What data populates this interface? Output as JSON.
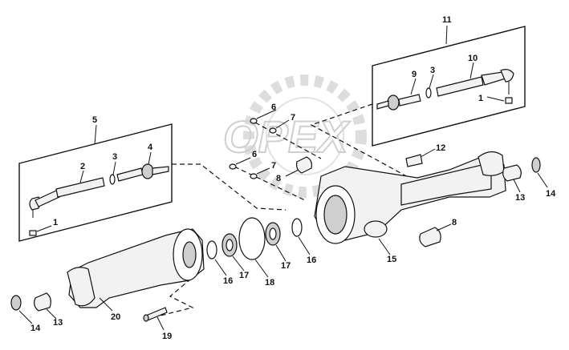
{
  "watermark": "OPEX",
  "callouts": {
    "c1a": "1",
    "c1b": "1",
    "c3a": "3",
    "c3b": "3",
    "c4": "4",
    "c5": "5",
    "c6a": "6",
    "c6b": "6",
    "c7a": "7",
    "c7b": "7",
    "c8a": "8",
    "c8b": "8",
    "c9": "9",
    "c10": "10",
    "c11": "11",
    "c12": "12",
    "c13a": "13",
    "c13b": "13",
    "c14a": "14",
    "c14b": "14",
    "c15": "15",
    "c16a": "16",
    "c16b": "16",
    "c17a": "17",
    "c17b": "17",
    "c18": "18",
    "c19": "19",
    "c20": "20",
    "c2": "2"
  }
}
